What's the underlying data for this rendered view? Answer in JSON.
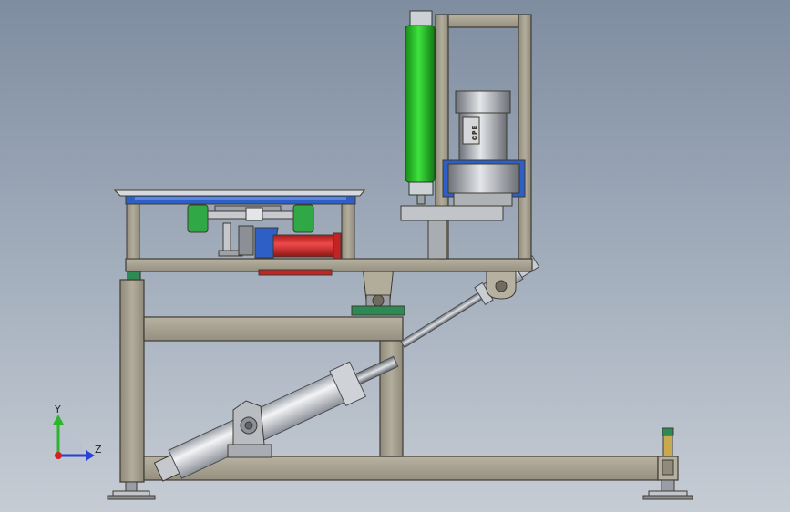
{
  "viewport": {
    "background_top": "#7f8da1",
    "background_bottom": "#c6ccd4"
  },
  "triad": {
    "y_label": "Y",
    "z_label": "Z",
    "y_color": "#2db52d",
    "z_color": "#2a3fd6",
    "x_color": "#d42020"
  },
  "motor": {
    "nameplate": "C P E"
  },
  "colors": {
    "frame": "#a59f8e",
    "frame_edge": "#3e3b33",
    "roller": "#22c422",
    "motor_bracket": "#2d5fc6",
    "red_motor": "#d62a2a",
    "green_wheel": "#2fa845",
    "cylinder": "#d8dbe0",
    "base_plate": "#2e8a55"
  }
}
